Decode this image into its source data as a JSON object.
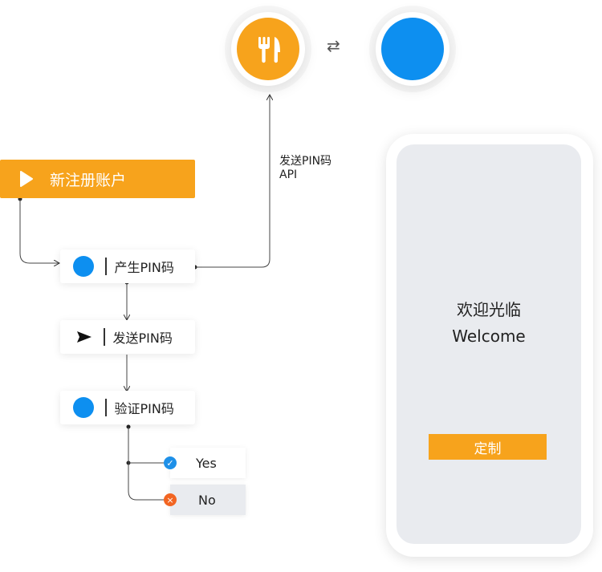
{
  "colors": {
    "orange": "#F7A31C",
    "blue": "#0D8FF0",
    "yes_badge": "#1E90E8",
    "no_badge": "#F26522",
    "screen_bg": "#E9EBEF"
  },
  "top_nodes": {
    "left_icon": "fork-knife-icon",
    "swap_icon": "swap-arrows-icon",
    "swap_glyph": "⇄"
  },
  "trigger": {
    "label": "新注册账户",
    "icon": "play-icon"
  },
  "steps": [
    {
      "label": "产生PIN码",
      "icon": "blue-dot-icon"
    },
    {
      "label": "发送PIN码",
      "icon": "send-icon"
    },
    {
      "label": "验证PIN码",
      "icon": "blue-dot-icon"
    }
  ],
  "api_label": {
    "line1": "发送PIN码",
    "line2": "API"
  },
  "branches": {
    "yes": {
      "label": "Yes",
      "glyph": "✓"
    },
    "no": {
      "label": "No",
      "glyph": "×"
    }
  },
  "phone": {
    "welcome_cn": "欢迎光临",
    "welcome_en": "Welcome",
    "button_label": "定制"
  }
}
